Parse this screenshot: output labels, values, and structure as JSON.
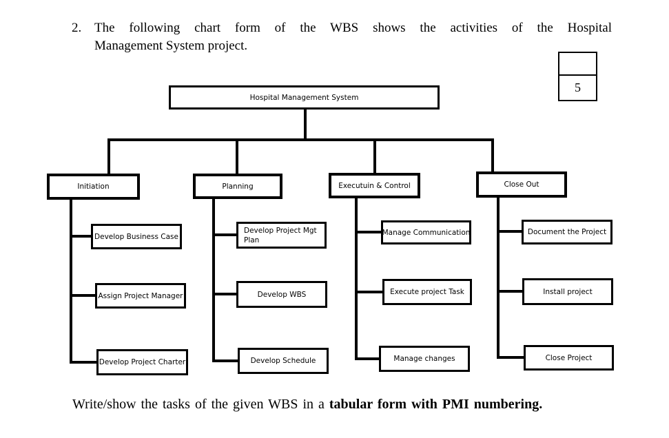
{
  "page": {
    "question_number": "2.",
    "question_line1": "The following chart form of the WBS shows the activities of the Hospital",
    "question_line2": "Management System project.",
    "marks": "5",
    "footer_normal": "Write/show the tasks of the given WBS in a ",
    "footer_bold": "tabular form with PMI numbering."
  },
  "chart_data": {
    "type": "tree",
    "title": "WBS chart - Hospital Management System",
    "root": "Hospital Management System",
    "branches": [
      {
        "label": "Initiation",
        "children": [
          "Develop Business Case",
          "Assign Project Manager",
          "Develop Project Charter"
        ]
      },
      {
        "label": "Planning",
        "children": [
          "Develop Project Mgt Plan",
          "Develop WBS",
          "Develop Schedule"
        ]
      },
      {
        "label": "Executuin & Control",
        "children": [
          "Manage Communication",
          "Execute project Task",
          "Manage changes"
        ]
      },
      {
        "label": "Close Out",
        "children": [
          "Document the Project",
          "Install project",
          "Close Project"
        ]
      }
    ]
  }
}
